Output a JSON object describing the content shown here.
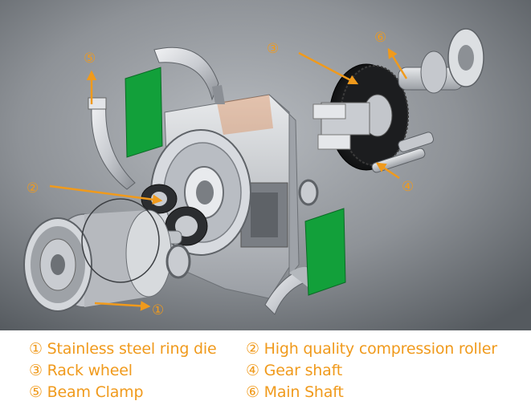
{
  "colors": {
    "accent": "#f09a1c",
    "panel_green": "#12a03a",
    "background_dark": "#4a4d51",
    "background_light": "#a9adb2"
  },
  "callouts": [
    {
      "id": 1,
      "marker": "①"
    },
    {
      "id": 2,
      "marker": "②"
    },
    {
      "id": 3,
      "marker": "③"
    },
    {
      "id": 4,
      "marker": "④"
    },
    {
      "id": 5,
      "marker": "⑤"
    },
    {
      "id": 6,
      "marker": "⑥"
    }
  ],
  "legend": [
    {
      "id": 1,
      "text": "① Stainless steel ring die"
    },
    {
      "id": 2,
      "text": "② High quality compression roller"
    },
    {
      "id": 3,
      "text": "③ Rack wheel"
    },
    {
      "id": 4,
      "text": "④ Gear shaft"
    },
    {
      "id": 5,
      "text": "⑤ Beam Clamp"
    },
    {
      "id": 6,
      "text": "⑥ Main Shaft"
    }
  ]
}
